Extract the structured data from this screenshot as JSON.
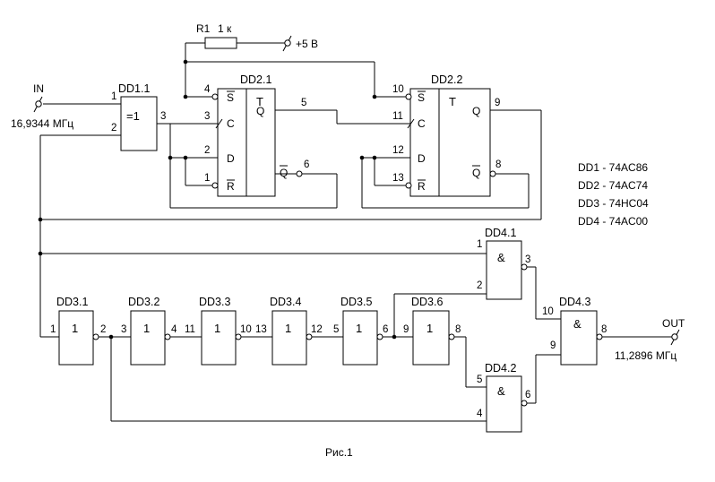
{
  "labels": {
    "input_label": "IN",
    "input_freq": "16,9344 МГц",
    "output_label": "OUT",
    "output_freq": "11,2896 МГц",
    "resistor_name": "R1",
    "resistor_value": "1 к",
    "supply": "+5 В",
    "caption": "Рис.1"
  },
  "legend": [
    "DD1 - 74AC86",
    "DD2 - 74AC74",
    "DD3 - 74HC04",
    "DD4 - 74AC00"
  ],
  "chips": {
    "dd1_1": {
      "name": "DD1.1",
      "symbol": "=1",
      "pins": {
        "in1": "1",
        "in2": "2",
        "out": "3"
      }
    },
    "dd2_1": {
      "name": "DD2.1",
      "symbol": "T",
      "lbl": {
        "s": "S",
        "c": "C",
        "d": "D",
        "r": "R",
        "q": "Q",
        "qn": "Q"
      },
      "pins": {
        "s": "4",
        "c": "3",
        "d": "2",
        "r": "1",
        "q": "5",
        "qn": "6"
      }
    },
    "dd2_2": {
      "name": "DD2.2",
      "symbol": "T",
      "lbl": {
        "s": "S",
        "c": "C",
        "d": "D",
        "r": "R",
        "q": "Q",
        "qn": "Q"
      },
      "pins": {
        "s": "10",
        "c": "11",
        "d": "12",
        "r": "13",
        "q": "9",
        "qn": "8"
      }
    },
    "dd3_1": {
      "name": "DD3.1",
      "symbol": "1",
      "pins": {
        "in": "1",
        "out": "2"
      }
    },
    "dd3_2": {
      "name": "DD3.2",
      "symbol": "1",
      "pins": {
        "in": "3",
        "out": "4"
      }
    },
    "dd3_3": {
      "name": "DD3.3",
      "symbol": "1",
      "pins": {
        "in": "11",
        "out": "10"
      }
    },
    "dd3_4": {
      "name": "DD3.4",
      "symbol": "1",
      "pins": {
        "in": "13",
        "out": "12"
      }
    },
    "dd3_5": {
      "name": "DD3.5",
      "symbol": "1",
      "pins": {
        "in": "5",
        "out": "6"
      }
    },
    "dd3_6": {
      "name": "DD3.6",
      "symbol": "1",
      "pins": {
        "in": "9",
        "out": "8"
      }
    },
    "dd4_1": {
      "name": "DD4.1",
      "symbol": "&",
      "pins": {
        "in1": "1",
        "in2": "2",
        "out": "3"
      }
    },
    "dd4_2": {
      "name": "DD4.2",
      "symbol": "&",
      "pins": {
        "in1": "5",
        "in2": "4",
        "out": "6"
      }
    },
    "dd4_3": {
      "name": "DD4.3",
      "symbol": "&",
      "pins": {
        "in1": "10",
        "in2": "9",
        "out": "8"
      }
    }
  }
}
